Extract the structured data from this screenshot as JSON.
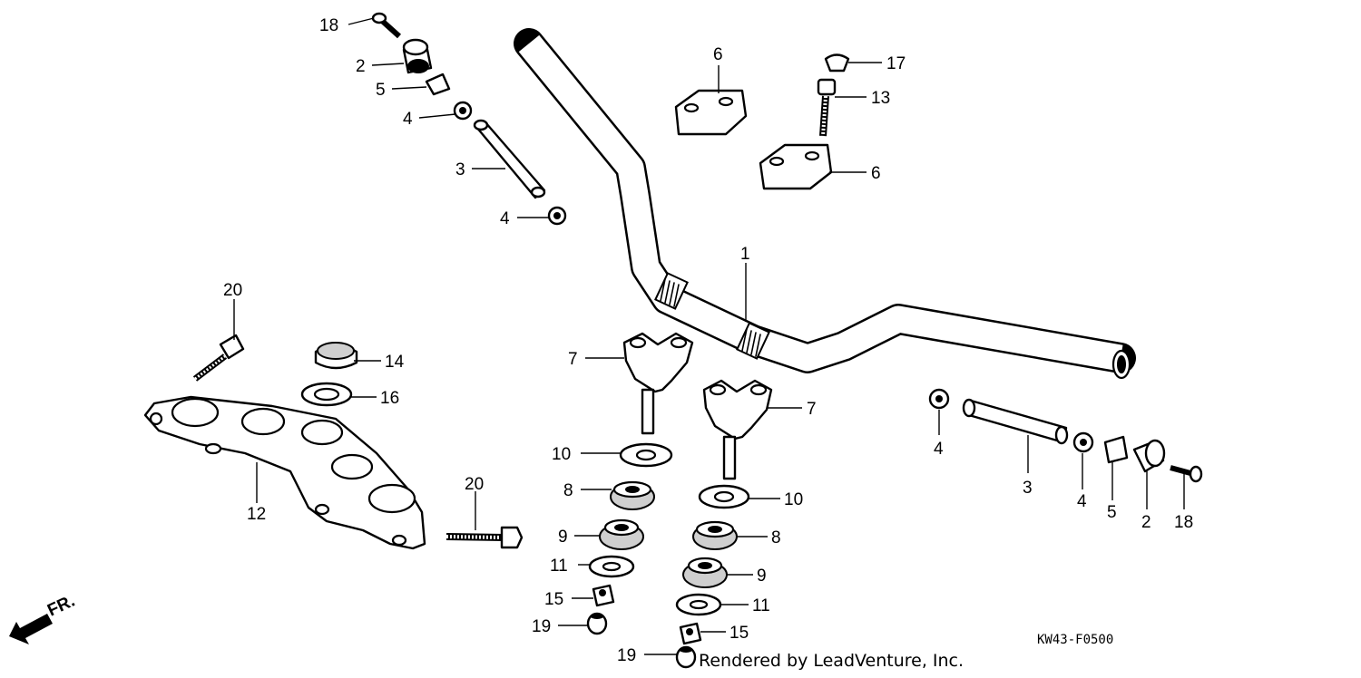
{
  "diagram": {
    "drawing_code": "KW43-F0500",
    "credit": "Rendered by LeadVenture, Inc.",
    "front_marker": "FR."
  },
  "callouts": [
    {
      "id": "c18a",
      "text": "18"
    },
    {
      "id": "c2a",
      "text": "2"
    },
    {
      "id": "c5a",
      "text": "5"
    },
    {
      "id": "c4a",
      "text": "4"
    },
    {
      "id": "c3a",
      "text": "3"
    },
    {
      "id": "c4b",
      "text": "4"
    },
    {
      "id": "c6a",
      "text": "6"
    },
    {
      "id": "c17",
      "text": "17"
    },
    {
      "id": "c13",
      "text": "13"
    },
    {
      "id": "c6b",
      "text": "6"
    },
    {
      "id": "c1",
      "text": "1"
    },
    {
      "id": "c20a",
      "text": "20"
    },
    {
      "id": "c14",
      "text": "14"
    },
    {
      "id": "c16",
      "text": "16"
    },
    {
      "id": "c12",
      "text": "12"
    },
    {
      "id": "c20b",
      "text": "20"
    },
    {
      "id": "c7a",
      "text": "7"
    },
    {
      "id": "c7b",
      "text": "7"
    },
    {
      "id": "c10a",
      "text": "10"
    },
    {
      "id": "c8a",
      "text": "8"
    },
    {
      "id": "c9a",
      "text": "9"
    },
    {
      "id": "c11a",
      "text": "11"
    },
    {
      "id": "c15a",
      "text": "15"
    },
    {
      "id": "c19a",
      "text": "19"
    },
    {
      "id": "c10b",
      "text": "10"
    },
    {
      "id": "c8b",
      "text": "8"
    },
    {
      "id": "c9b",
      "text": "9"
    },
    {
      "id": "c11b",
      "text": "11"
    },
    {
      "id": "c15b",
      "text": "15"
    },
    {
      "id": "c19b",
      "text": "19"
    },
    {
      "id": "c4c",
      "text": "4"
    },
    {
      "id": "c3b",
      "text": "3"
    },
    {
      "id": "c4d",
      "text": "4"
    },
    {
      "id": "c5b",
      "text": "5"
    },
    {
      "id": "c2b",
      "text": "2"
    },
    {
      "id": "c18b",
      "text": "18"
    }
  ]
}
